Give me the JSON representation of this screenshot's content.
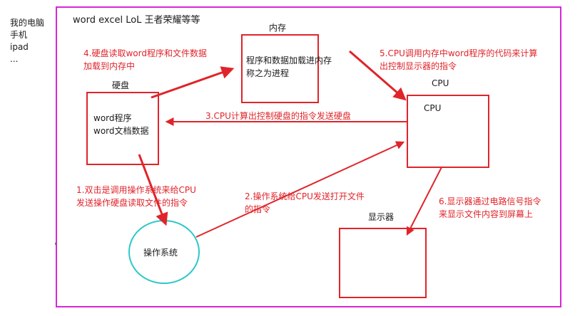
{
  "sidebar": {
    "items": [
      "我的电脑",
      "手机",
      "ipad",
      "..."
    ]
  },
  "header": {
    "apps": "word   excel   LoL   王者荣耀等等"
  },
  "memory": {
    "title": "内存",
    "content_line1": "程序和数据加载进内存",
    "content_line2": "称之为进程"
  },
  "disk": {
    "title": "硬盘",
    "content_line1": "word程序",
    "content_line2": "word文档数据"
  },
  "cpu": {
    "title_outer": "CPU",
    "title_inner": "CPU"
  },
  "display": {
    "title": "显示器"
  },
  "os": {
    "label": "操作系统"
  },
  "steps": {
    "s1_line1": "1.双击是调用操作系统来给CPU",
    "s1_line2": "发送操作硬盘读取文件的指令",
    "s2_line1": "2.操作系统给CPU发送打开文件",
    "s2_line2": "的指令",
    "s3": "3.CPU计算出控制硬盘的指令发送硬盘",
    "s4_line1": "4.硬盘读取word程序和文件数据",
    "s4_line2": "加载到内存中",
    "s5_line1": "5.CPU调用内存中word程序的代码来计算",
    "s5_line2": "出控制显示器的指令",
    "s6_line1": "6.显示器通过电路信号指令",
    "s6_line2": "来显示文件内容到屏幕上"
  },
  "stray_mark": "\"",
  "colors": {
    "frame": "#d826d8",
    "red": "#e0242a",
    "os_circle": "#2ec8c8"
  }
}
